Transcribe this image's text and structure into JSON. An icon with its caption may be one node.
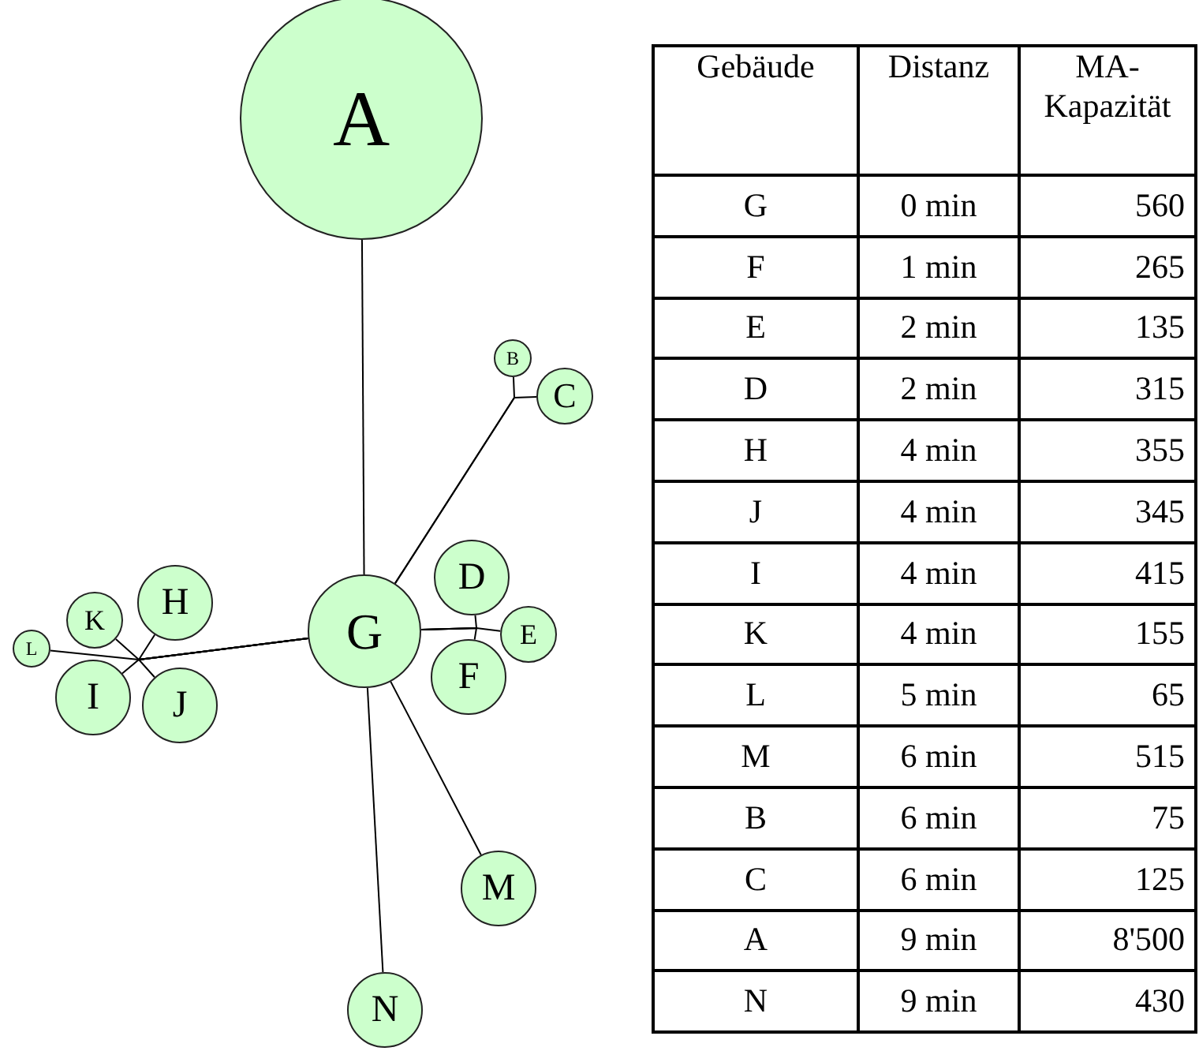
{
  "diagram": {
    "nodes": [
      {
        "text": [
          "A"
        ]
      },
      {
        "text": [
          "B"
        ]
      },
      {
        "text": [
          "C"
        ]
      },
      {
        "text": [
          "D"
        ]
      },
      {
        "text": [
          "H"
        ]
      },
      {
        "text": [
          "K"
        ]
      },
      {
        "text": [
          "G"
        ]
      },
      {
        "text": [
          "E"
        ]
      },
      {
        "text": [
          "L"
        ]
      },
      {
        "text": [
          "F"
        ]
      },
      {
        "text": [
          "I"
        ]
      },
      {
        "text": [
          "J"
        ]
      },
      {
        "text": [
          "M"
        ]
      },
      {
        "text": [
          "N"
        ]
      }
    ],
    "edges": [
      {
        "from": 6,
        "to": 0,
        "arrow": "none"
      },
      {
        "from": 6,
        "to": 1,
        "arrow": "none"
      },
      {
        "from": 6,
        "to": 2,
        "arrow": "none"
      },
      {
        "from": 6,
        "to": 3,
        "arrow": "none"
      },
      {
        "from": 6,
        "to": 7,
        "arrow": "none"
      },
      {
        "from": 6,
        "to": 9,
        "arrow": "none"
      },
      {
        "from": 6,
        "to": 4,
        "arrow": "none"
      },
      {
        "from": 6,
        "to": 5,
        "arrow": "none"
      },
      {
        "from": 6,
        "to": 8,
        "arrow": "none"
      },
      {
        "from": 6,
        "to": 10,
        "arrow": "none"
      },
      {
        "from": 6,
        "to": 11,
        "arrow": "none"
      },
      {
        "from": 6,
        "to": 12,
        "arrow": "none"
      },
      {
        "from": 6,
        "to": 13,
        "arrow": "none"
      }
    ],
    "labels": [
      "Gebäude",
      "Distanz",
      "MA- Kapazität",
      "G",
      "0 min",
      "560",
      "F",
      "1 min",
      "265",
      "E",
      "2 min",
      "135",
      "D",
      "2 min",
      "315",
      "H",
      "4 min",
      "355",
      "J",
      "4 min",
      "345",
      "I",
      "4 min",
      "415",
      "K",
      "4 min",
      "155",
      "L",
      "5 min",
      "65",
      "M",
      "6 min",
      "515",
      "B",
      "6 min",
      "75",
      "C",
      "6 min",
      "125",
      "A",
      "9 min",
      "8'500",
      "N",
      "9 min",
      "430"
    ]
  }
}
